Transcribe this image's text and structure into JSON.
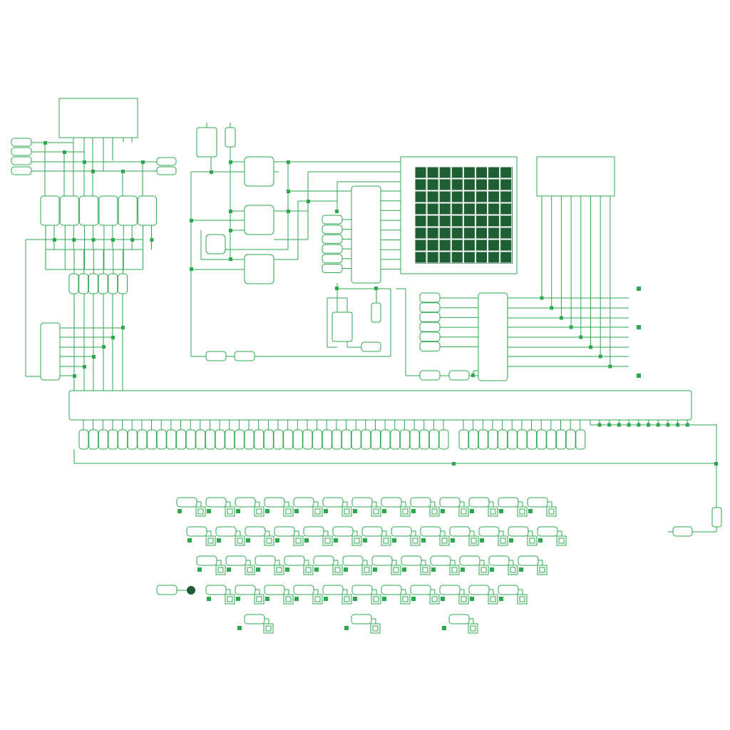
{
  "colors": {
    "wire": "#2ea84f",
    "node": "#2ea84f",
    "display_fill": "#1d5e33",
    "display_grid": "#ffffff",
    "background": "#ffffff",
    "led": "#1d5e33"
  },
  "display": {
    "rows": 8,
    "cols": 8
  },
  "bus": {
    "left_pins": 38,
    "right_pins": 13,
    "right_taps": 10
  },
  "io_grid": {
    "row_counts": [
      13,
      13,
      12,
      11
    ],
    "bottom_row_count": 3
  },
  "icons": {
    "node": "junction-square",
    "led": "output-led-icon",
    "probe": "probe-terminal-icon"
  }
}
